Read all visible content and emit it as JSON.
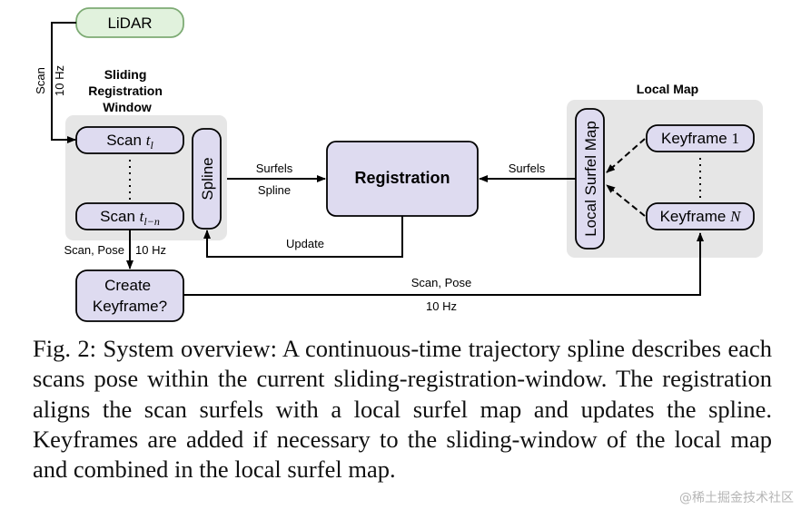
{
  "figure": {
    "lidar": {
      "label": "LiDAR"
    },
    "lidar_edge": {
      "top": "Scan",
      "bottom": "10 Hz"
    },
    "window": {
      "title_lines": [
        "Sliding",
        "Registration",
        "Window"
      ],
      "scan_top": {
        "base": "Scan ",
        "sub_main": "t",
        "sub_idx": "l"
      },
      "scan_bottom": {
        "base": "Scan ",
        "sub_main": "t",
        "sub_idx": "l−n"
      },
      "spline": "Spline"
    },
    "edges": {
      "surfels_left_top": "Surfels",
      "surfels_left_bottom": "Spline",
      "surfels_right": "Surfels",
      "update": "Update",
      "scan_pose_left": "Scan, Pose",
      "rate_left": "10 Hz",
      "scan_pose_bottom": "Scan, Pose",
      "rate_bottom": "10 Hz"
    },
    "registration": "Registration",
    "create_keyframe": {
      "line1": "Create",
      "line2": "Keyframe?"
    },
    "local_map": {
      "title": "Local Map",
      "surfel_map": "Local Surfel Map",
      "keyframe_first": {
        "base": "Keyframe ",
        "idx": "1"
      },
      "keyframe_last": {
        "base": "Keyframe ",
        "idx": "N"
      }
    },
    "colors": {
      "lidar_fill": "#e1f2dd",
      "lidar_border": "#7dab74",
      "node_fill": "#dedbf0",
      "panel_fill": "#e6e6e6",
      "stroke": "#000000"
    }
  },
  "caption": "Fig. 2: System overview: A continuous-time trajectory spline describes each scans pose within the current sliding-registration-window. The registration aligns the scan surfels with a local surfel map and updates the spline. Keyframes are added if necessary to the sliding-window of the local map and combined in the local surfel map.",
  "watermark": "@稀土掘金技术社区"
}
